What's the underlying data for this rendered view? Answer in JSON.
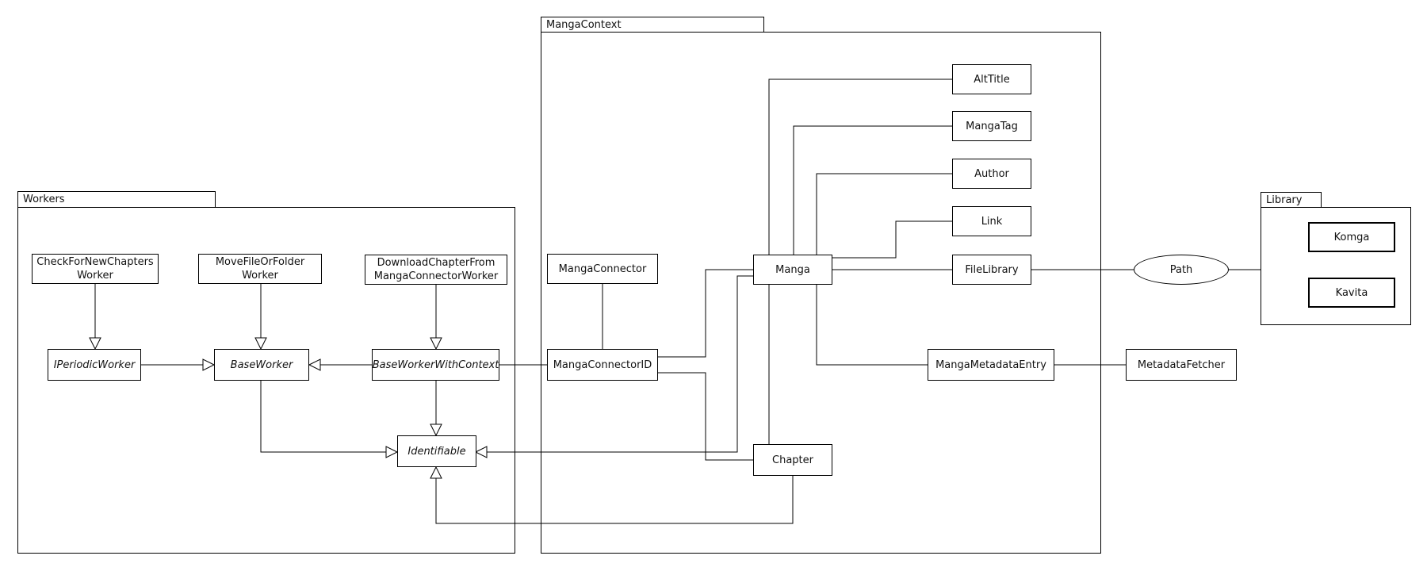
{
  "diagram": {
    "type": "uml-package-class-diagram",
    "colors": {
      "background": "#ffffff",
      "stroke": "#000000",
      "text": "#111111"
    },
    "packages": {
      "workers": {
        "label": "Workers"
      },
      "mangacontext": {
        "label": "MangaContext"
      },
      "library": {
        "label": "Library"
      }
    },
    "nodes": {
      "check_for_new_chapters_worker": {
        "lines": [
          "CheckForNewChapters",
          "Worker"
        ],
        "style": "class"
      },
      "move_file_or_folder_worker": {
        "lines": [
          "MoveFileOrFolder",
          "Worker"
        ],
        "style": "class"
      },
      "download_chapter_from_manga_connector_worker": {
        "lines": [
          "DownloadChapterFrom",
          "MangaConnectorWorker"
        ],
        "style": "class"
      },
      "iperiodic_worker": {
        "lines": [
          "IPeriodicWorker"
        ],
        "style": "abstract-italic"
      },
      "base_worker": {
        "lines": [
          "BaseWorker"
        ],
        "style": "abstract-italic"
      },
      "base_worker_with_context": {
        "lines": [
          "BaseWorkerWithContext"
        ],
        "style": "abstract-italic"
      },
      "identifiable": {
        "lines": [
          "Identifiable"
        ],
        "style": "abstract-italic"
      },
      "manga_connector": {
        "lines": [
          "MangaConnector"
        ],
        "style": "class"
      },
      "manga_connector_id": {
        "lines": [
          "MangaConnectorID"
        ],
        "style": "class"
      },
      "manga": {
        "lines": [
          "Manga"
        ],
        "style": "class"
      },
      "chapter": {
        "lines": [
          "Chapter"
        ],
        "style": "class"
      },
      "alt_title": {
        "lines": [
          "AltTitle"
        ],
        "style": "class"
      },
      "manga_tag": {
        "lines": [
          "MangaTag"
        ],
        "style": "class"
      },
      "author": {
        "lines": [
          "Author"
        ],
        "style": "class"
      },
      "link": {
        "lines": [
          "Link"
        ],
        "style": "class"
      },
      "file_library": {
        "lines": [
          "FileLibrary"
        ],
        "style": "class"
      },
      "manga_metadata_entry": {
        "lines": [
          "MangaMetadataEntry"
        ],
        "style": "class"
      },
      "metadata_fetcher": {
        "lines": [
          "MetadataFetcher"
        ],
        "style": "class"
      },
      "path": {
        "lines": [
          "Path"
        ],
        "style": "ellipse"
      },
      "komga": {
        "lines": [
          "Komga"
        ],
        "style": "class-bold-border"
      },
      "kavita": {
        "lines": [
          "Kavita"
        ],
        "style": "class-bold-border"
      }
    },
    "edges": [
      {
        "from": "CheckForNewChaptersWorker",
        "to": "IPeriodicWorker",
        "type": "generalization"
      },
      {
        "from": "MoveFileOrFolderWorker",
        "to": "BaseWorker",
        "type": "generalization"
      },
      {
        "from": "DownloadChapterFromMangaConnectorWorker",
        "to": "BaseWorkerWithContext",
        "type": "generalization"
      },
      {
        "from": "IPeriodicWorker",
        "to": "BaseWorker",
        "type": "generalization"
      },
      {
        "from": "BaseWorkerWithContext",
        "to": "BaseWorker",
        "type": "generalization"
      },
      {
        "from": "BaseWorkerWithContext",
        "to": "Identifiable",
        "type": "generalization"
      },
      {
        "from": "BaseWorker",
        "to": "Identifiable",
        "type": "generalization"
      },
      {
        "from": "Manga",
        "to": "Identifiable",
        "type": "generalization"
      },
      {
        "from": "Chapter",
        "to": "Identifiable",
        "type": "generalization"
      },
      {
        "from": "BaseWorkerWithContext",
        "to": "MangaConnectorID",
        "type": "association"
      },
      {
        "from": "MangaConnector",
        "to": "MangaConnectorID",
        "type": "association"
      },
      {
        "from": "MangaConnectorID",
        "to": "Manga",
        "type": "association"
      },
      {
        "from": "MangaConnectorID",
        "to": "Chapter",
        "type": "association"
      },
      {
        "from": "Manga",
        "to": "Chapter",
        "type": "association"
      },
      {
        "from": "Manga",
        "to": "AltTitle",
        "type": "association"
      },
      {
        "from": "Manga",
        "to": "MangaTag",
        "type": "association"
      },
      {
        "from": "Manga",
        "to": "Author",
        "type": "association"
      },
      {
        "from": "Manga",
        "to": "Link",
        "type": "association"
      },
      {
        "from": "Manga",
        "to": "FileLibrary",
        "type": "association"
      },
      {
        "from": "Manga",
        "to": "MangaMetadataEntry",
        "type": "association"
      },
      {
        "from": "MangaMetadataEntry",
        "to": "MetadataFetcher",
        "type": "association"
      },
      {
        "from": "FileLibrary",
        "to": "Path",
        "type": "association"
      },
      {
        "from": "Path",
        "to": "Library",
        "type": "association"
      }
    ]
  }
}
